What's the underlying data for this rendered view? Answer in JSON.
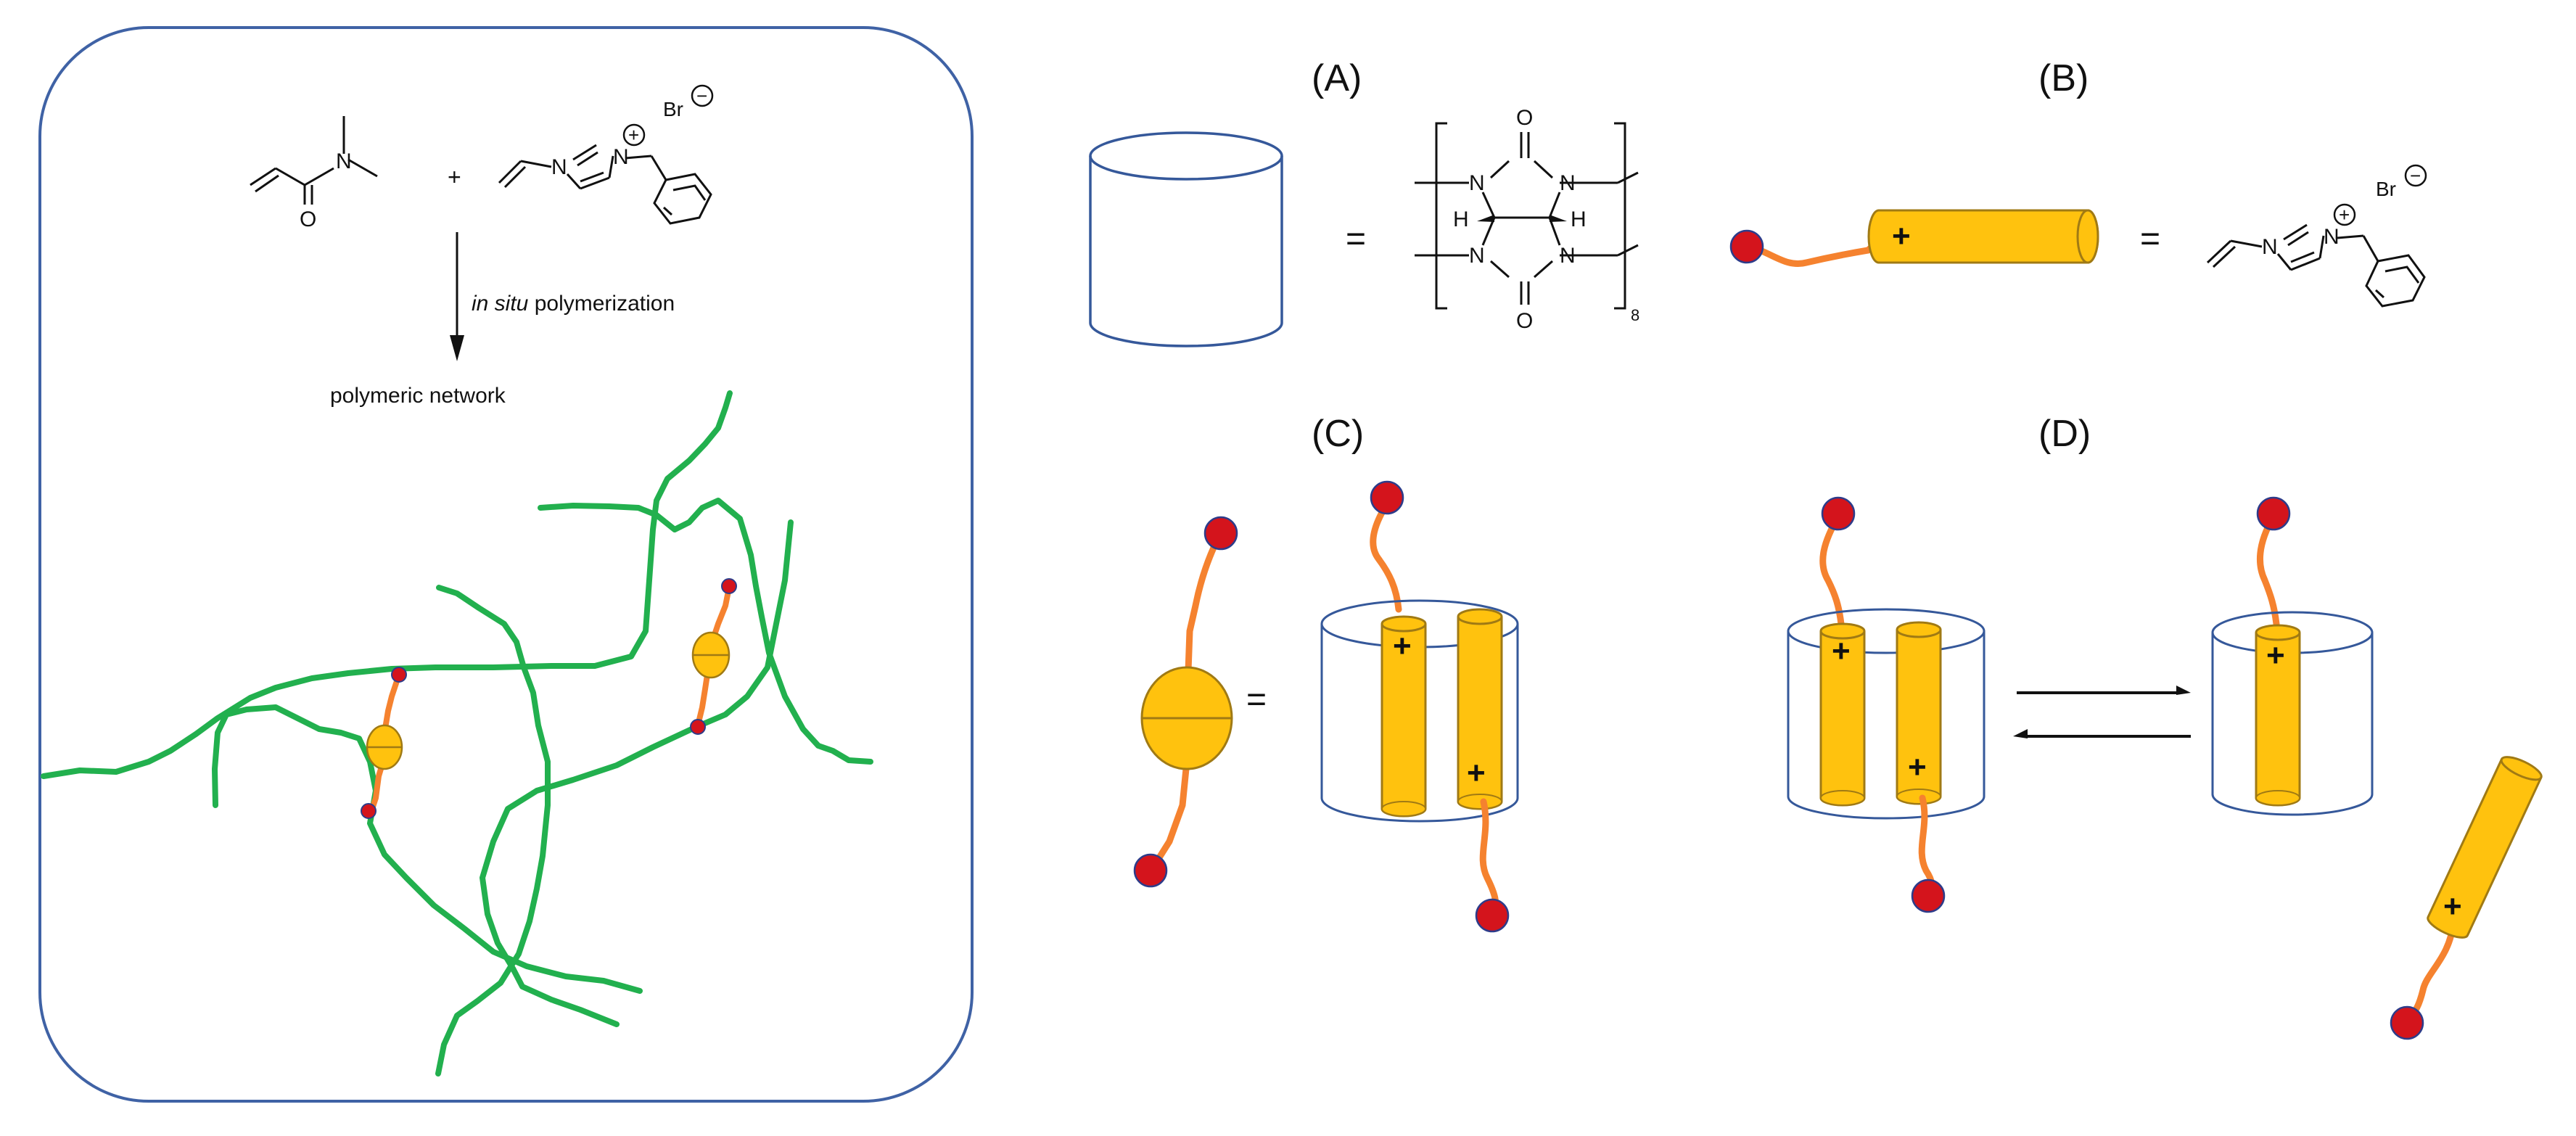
{
  "colors": {
    "frame": "#3f62a5",
    "network": "#22b04e",
    "linker": "#f5822f",
    "bead": "#d4141c",
    "bead_edge": "#2d3c8a",
    "rod": "#ffc20e",
    "rod_edge": "#a07a14",
    "cb8": "#35589a"
  },
  "left_panel": {
    "monomer1": {
      "O": "O",
      "N": "N"
    },
    "plus": "+",
    "monomer2": {
      "N1": "N",
      "N2": "N",
      "charge": "+",
      "counterion": "Br",
      "counter_charge": "−"
    },
    "arrow_text_italic": "in situ",
    "arrow_text_rest": " polymerization",
    "product_label": "polymeric network"
  },
  "panel_A": {
    "label": "(A)",
    "equals": "=",
    "atoms": {
      "O": "O",
      "N": "N",
      "H": "H"
    },
    "repeat": "8"
  },
  "panel_B": {
    "label": "(B)",
    "equals": "=",
    "rod_charge": "+",
    "atoms": {
      "N1": "N",
      "N2": "N",
      "charge": "+",
      "counterion": "Br",
      "counter_charge": "−"
    }
  },
  "panel_C": {
    "label": "(C)",
    "equals": "=",
    "charges": [
      "+",
      "+"
    ]
  },
  "panel_D": {
    "label": "(D)",
    "charges": [
      "+",
      "+",
      "+",
      "+"
    ]
  }
}
